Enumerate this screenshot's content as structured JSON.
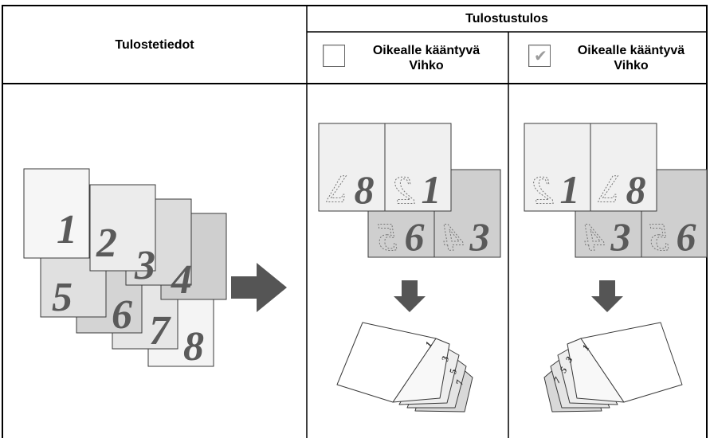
{
  "table": {
    "col_left_header": "Tulostetiedot",
    "col_right_header": "Tulostustulos",
    "option_left": {
      "line1": "Oikealle kääntyvä",
      "line2": "Vihko",
      "checked": false
    },
    "option_right": {
      "line1": "Oikealle kääntyvä",
      "line2": "Vihko",
      "checked": true
    }
  },
  "original_pages": [
    "1",
    "2",
    "3",
    "4",
    "5",
    "6",
    "7",
    "8"
  ],
  "sheet_left": {
    "top": {
      "left_page": "8",
      "left_ghost": "7",
      "right_page": "1",
      "right_ghost": "2"
    },
    "bottom": {
      "left_page": "6",
      "left_ghost": "5",
      "right_page": "3",
      "right_ghost": "4"
    }
  },
  "sheet_right": {
    "top": {
      "left_page": "1",
      "left_ghost": "2",
      "right_page": "8",
      "right_ghost": "7"
    },
    "bottom": {
      "left_page": "3",
      "left_ghost": "4",
      "right_page": "6",
      "right_ghost": "5"
    }
  },
  "booklet_left_labels": [
    "1",
    "3",
    "5",
    "7"
  ],
  "booklet_right_labels": [
    "1",
    "3",
    "5",
    "7"
  ],
  "icons": {
    "checkmark": "✔",
    "arrow": "arrow-right-icon"
  },
  "colors": {
    "grid_line": "#000000",
    "header_bg": "#ffffff",
    "page_fill_light": "#f2f2f2",
    "page_fill_mid": "#e3e3e3",
    "page_fill_dark": "#cfcfcf",
    "arrow": "#555555",
    "numeral": "#5a5a5a"
  }
}
